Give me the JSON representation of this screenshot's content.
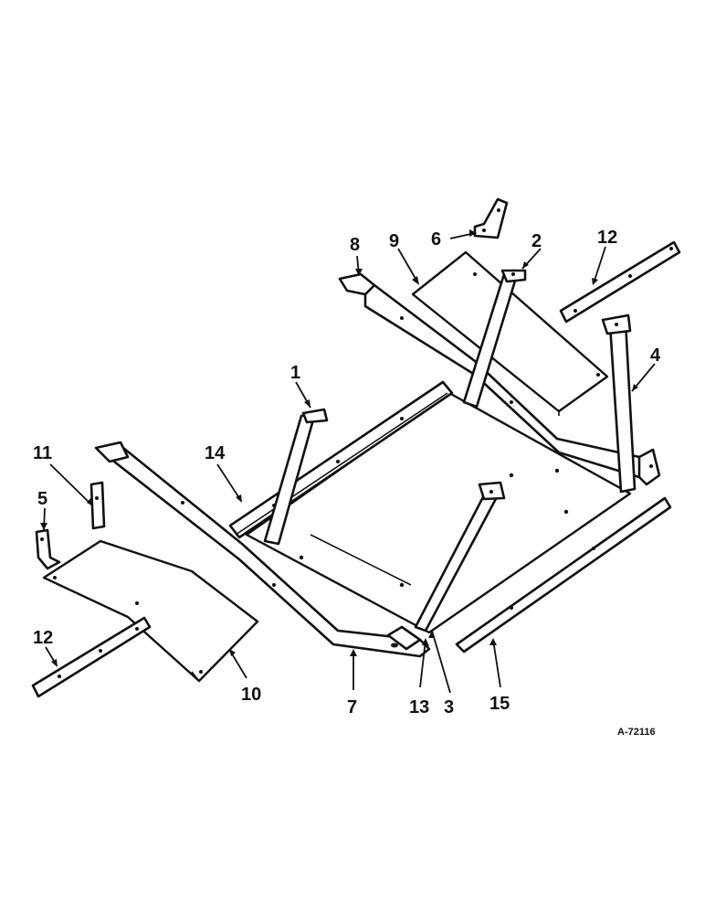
{
  "callouts": {
    "c1": "1",
    "c2": "2",
    "c3": "3",
    "c4": "4",
    "c5": "5",
    "c6": "6",
    "c7": "7",
    "c8": "8",
    "c9": "9",
    "c10": "10",
    "c11": "11",
    "c12a": "12",
    "c12b": "12",
    "c13": "13",
    "c14": "14",
    "c15": "15"
  },
  "reference_code": "A-72116"
}
